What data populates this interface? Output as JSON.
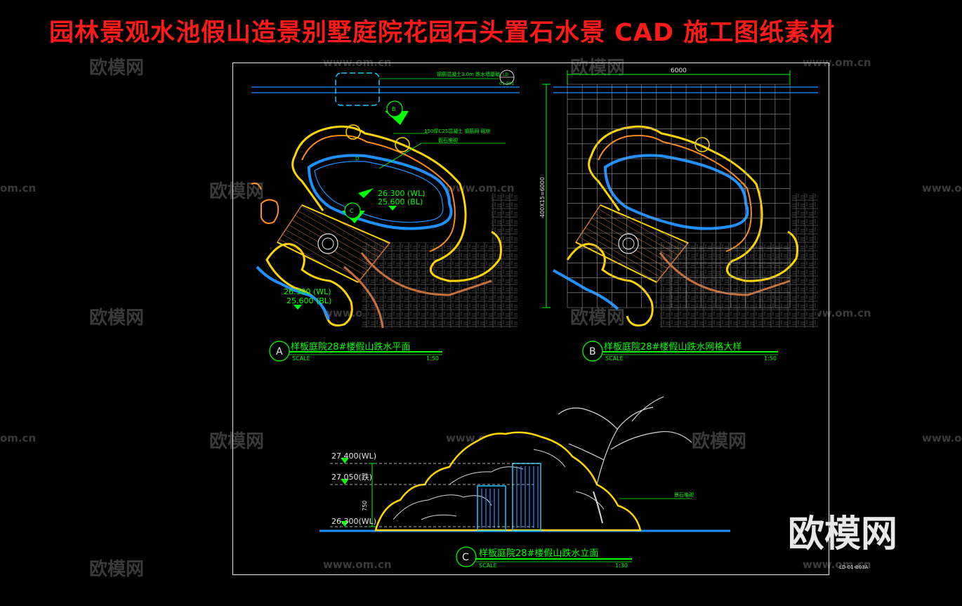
{
  "title": "园林景观水池假山造景别墅庭院花园石头置石水景 CAD 施工图纸素材",
  "watermarks": {
    "text_cn": "欧模网",
    "text_url": "www.om.cn",
    "text_url_cut": "om.cn",
    "large": "欧模网"
  },
  "plan_a": {
    "marker": "A",
    "title": "样板庭院28#楼假山跌水平面",
    "scale_label": "SCALE",
    "scale_value": "1:50",
    "level_1_wl": "26.300 (WL)",
    "level_1_bl": "25.600 (BL)",
    "level_2_wl": "26.300 (WL)",
    "level_2_bl": "25.600 (BL)",
    "note_top": "钢筋混凝土3.0m 跌水墙基础",
    "note_ref_top": "LD",
    "note_ref_bottom": "01-501",
    "note_stone_1": "150厚C25混凝土 钢筋网 砌块",
    "note_stone_2": "假石堆砌",
    "section_b": "B",
    "section_c": "C",
    "section_d": "D"
  },
  "plan_b": {
    "marker": "B",
    "title": "样板庭院28#楼假山跌水网格大样",
    "scale_label": "SCALE",
    "scale_value": "1:50",
    "dim_top": "6000",
    "dim_side": "400X15=6000"
  },
  "elev_c": {
    "marker": "C",
    "title": "样板庭院28#楼假山跌水立面",
    "scale_label": "SCALE",
    "scale_value": "1:30",
    "lvl_top": "27.400(WL)",
    "lvl_mid": "27.050(跌)",
    "lvl_bot": "26.300(WL)",
    "dim": "750",
    "stone_note": "景石堆砌"
  },
  "sheet_code": "LD-01-B03A",
  "colors": {
    "title": "#ff1a1a",
    "cad_green": "#00ff00",
    "water_blue": "#1e90ff",
    "stone_yellow": "#ffd400",
    "stone_orange": "#ff8c1a",
    "frame": "#e6e6e6"
  }
}
